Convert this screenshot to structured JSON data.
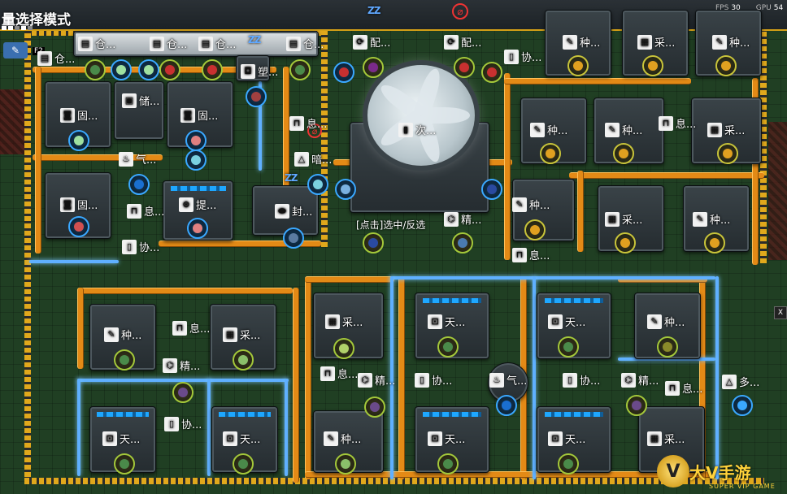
{
  "hud": {
    "mode_title": "量选择模式",
    "key_f2": "F2",
    "fps_label": "FPS",
    "fps_value": "30",
    "gpu_label": "GPU",
    "gpu_value": "54",
    "close_glyph": "X"
  },
  "tooltip": "[点击]选中/反选",
  "watermark": {
    "brand": "大V手游",
    "tagline": "SUPER VIP GAME"
  },
  "colors": {
    "belt": "#e38a16",
    "pipe": "#5fb0ff",
    "wall": "#e0a81c",
    "grass": "#203f23"
  },
  "labels": [
    {
      "name": "label-cang-1",
      "icon": "storage-icon",
      "glyph": "▤",
      "text": "仓..."
    },
    {
      "name": "label-cang-2",
      "icon": "storage-icon",
      "glyph": "▤",
      "text": "仓..."
    },
    {
      "name": "label-cang-3",
      "icon": "storage-icon",
      "glyph": "▤",
      "text": "仓..."
    },
    {
      "name": "label-cang-4",
      "icon": "storage-icon",
      "glyph": "▤",
      "text": "仓..."
    },
    {
      "name": "label-cang-5",
      "icon": "storage-icon",
      "glyph": "▤",
      "text": "仓..."
    },
    {
      "name": "label-su",
      "icon": "plastic-icon",
      "glyph": "◘",
      "text": "塑..."
    },
    {
      "name": "label-pei-1",
      "icon": "assembler-icon",
      "glyph": "⟳",
      "text": "配..."
    },
    {
      "name": "label-pei-2",
      "icon": "assembler-icon",
      "glyph": "⟳",
      "text": "配..."
    },
    {
      "name": "label-xie-1",
      "icon": "cooperate-icon",
      "glyph": "▯",
      "text": "协..."
    },
    {
      "name": "label-zhong-1",
      "icon": "farm-icon",
      "glyph": "✎",
      "text": "种..."
    },
    {
      "name": "label-cai-1",
      "icon": "harvest-icon",
      "glyph": "▦",
      "text": "采..."
    },
    {
      "name": "label-zhong-2",
      "icon": "farm-icon",
      "glyph": "✎",
      "text": "种..."
    },
    {
      "name": "label-gu-1",
      "icon": "solid-icon",
      "glyph": "◙",
      "text": "固..."
    },
    {
      "name": "label-chu",
      "icon": "store-icon",
      "glyph": "▣",
      "text": "储..."
    },
    {
      "name": "label-gu-2",
      "icon": "solid-icon",
      "glyph": "◙",
      "text": "固..."
    },
    {
      "name": "label-ci",
      "icon": "tower-icon",
      "glyph": "▮",
      "text": "次..."
    },
    {
      "name": "label-zhong-3",
      "icon": "farm-icon",
      "glyph": "✎",
      "text": "种..."
    },
    {
      "name": "label-zhong-4",
      "icon": "farm-icon",
      "glyph": "✎",
      "text": "种..."
    },
    {
      "name": "label-xi-1",
      "icon": "rest-icon",
      "glyph": "⊓",
      "text": "息..."
    },
    {
      "name": "label-cai-2",
      "icon": "harvest-icon",
      "glyph": "▦",
      "text": "采..."
    },
    {
      "name": "label-xi-2",
      "icon": "rest-icon",
      "glyph": "⊓",
      "text": "息..."
    },
    {
      "name": "label-qi-1",
      "icon": "gas-icon",
      "glyph": "♨",
      "text": "气..."
    },
    {
      "name": "label-an",
      "icon": "dark-icon",
      "glyph": "△",
      "text": "暗..."
    },
    {
      "name": "label-gu-3",
      "icon": "solid-icon",
      "glyph": "◙",
      "text": "固..."
    },
    {
      "name": "label-xi-3",
      "icon": "rest-icon",
      "glyph": "⊓",
      "text": "息..."
    },
    {
      "name": "label-ti",
      "icon": "extract-icon",
      "glyph": "⊛",
      "text": "提..."
    },
    {
      "name": "label-feng",
      "icon": "seal-icon",
      "glyph": "⬬",
      "text": "封..."
    },
    {
      "name": "label-jing-1",
      "icon": "refine-icon",
      "glyph": "⌬",
      "text": "精..."
    },
    {
      "name": "label-zhong-5",
      "icon": "farm-icon",
      "glyph": "✎",
      "text": "种..."
    },
    {
      "name": "label-cai-3",
      "icon": "harvest-icon",
      "glyph": "▦",
      "text": "采..."
    },
    {
      "name": "label-zhong-6",
      "icon": "farm-icon",
      "glyph": "✎",
      "text": "种..."
    },
    {
      "name": "label-xie-2",
      "icon": "cooperate-icon",
      "glyph": "▯",
      "text": "协..."
    },
    {
      "name": "label-xi-4",
      "icon": "rest-icon",
      "glyph": "⊓",
      "text": "息..."
    },
    {
      "name": "label-zhong-7",
      "icon": "farm-icon",
      "glyph": "✎",
      "text": "种..."
    },
    {
      "name": "label-xi-5",
      "icon": "rest-icon",
      "glyph": "⊓",
      "text": "息..."
    },
    {
      "name": "label-cai-4",
      "icon": "harvest-icon",
      "glyph": "▦",
      "text": "采..."
    },
    {
      "name": "label-cai-5",
      "icon": "harvest-icon",
      "glyph": "▦",
      "text": "采..."
    },
    {
      "name": "label-tian-1",
      "icon": "sky-icon",
      "glyph": "⊡",
      "text": "天..."
    },
    {
      "name": "label-tian-2",
      "icon": "sky-icon",
      "glyph": "⊡",
      "text": "天..."
    },
    {
      "name": "label-zhong-8",
      "icon": "farm-icon",
      "glyph": "✎",
      "text": "种..."
    },
    {
      "name": "label-jing-2",
      "icon": "refine-icon",
      "glyph": "⌬",
      "text": "精..."
    },
    {
      "name": "label-xi-6",
      "icon": "rest-icon",
      "glyph": "⊓",
      "text": "息..."
    },
    {
      "name": "label-jing-3",
      "icon": "refine-icon",
      "glyph": "⌬",
      "text": "精..."
    },
    {
      "name": "label-xie-3",
      "icon": "cooperate-icon",
      "glyph": "▯",
      "text": "协..."
    },
    {
      "name": "label-qi-2",
      "icon": "gas-icon",
      "glyph": "♨",
      "text": "气..."
    },
    {
      "name": "label-xie-4",
      "icon": "cooperate-icon",
      "glyph": "▯",
      "text": "协..."
    },
    {
      "name": "label-jing-4",
      "icon": "refine-icon",
      "glyph": "⌬",
      "text": "精..."
    },
    {
      "name": "label-xi-7",
      "icon": "rest-icon",
      "glyph": "⊓",
      "text": "息..."
    },
    {
      "name": "label-duo",
      "icon": "multi-icon",
      "glyph": "△",
      "text": "多..."
    },
    {
      "name": "label-xie-5",
      "icon": "cooperate-icon",
      "glyph": "▯",
      "text": "协..."
    },
    {
      "name": "label-tian-3",
      "icon": "sky-icon",
      "glyph": "⊡",
      "text": "天..."
    },
    {
      "name": "label-tian-4",
      "icon": "sky-icon",
      "glyph": "⊡",
      "text": "天..."
    },
    {
      "name": "label-tian-5",
      "icon": "sky-icon",
      "glyph": "⊡",
      "text": "天..."
    },
    {
      "name": "label-tian-6",
      "icon": "sky-icon",
      "glyph": "⊡",
      "text": "天..."
    },
    {
      "name": "label-zhong-9",
      "icon": "farm-icon",
      "glyph": "✎",
      "text": "种..."
    },
    {
      "name": "label-cai-6",
      "icon": "harvest-icon",
      "glyph": "▦",
      "text": "采..."
    }
  ]
}
